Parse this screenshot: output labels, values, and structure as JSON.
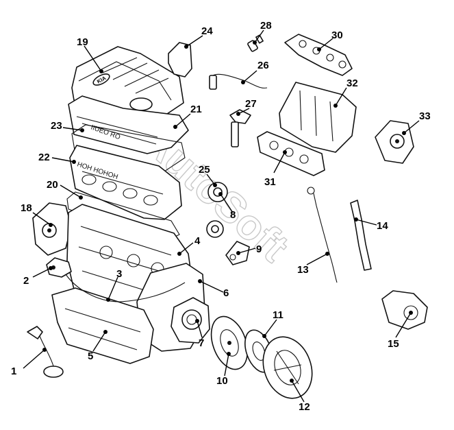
{
  "diagram": {
    "watermark": "AutoSoft",
    "brand_badge": "KIA",
    "callouts": [
      {
        "id": "1",
        "label": "1"
      },
      {
        "id": "2",
        "label": "2"
      },
      {
        "id": "3",
        "label": "3"
      },
      {
        "id": "4",
        "label": "4"
      },
      {
        "id": "5",
        "label": "5"
      },
      {
        "id": "6",
        "label": "6"
      },
      {
        "id": "7",
        "label": "7"
      },
      {
        "id": "8",
        "label": "8"
      },
      {
        "id": "9",
        "label": "9"
      },
      {
        "id": "10",
        "label": "10"
      },
      {
        "id": "11",
        "label": "11"
      },
      {
        "id": "12",
        "label": "12"
      },
      {
        "id": "13",
        "label": "13"
      },
      {
        "id": "14",
        "label": "14"
      },
      {
        "id": "15",
        "label": "15"
      },
      {
        "id": "18",
        "label": "18"
      },
      {
        "id": "19",
        "label": "19"
      },
      {
        "id": "20",
        "label": "20"
      },
      {
        "id": "21",
        "label": "21"
      },
      {
        "id": "22",
        "label": "22"
      },
      {
        "id": "23",
        "label": "23"
      },
      {
        "id": "24",
        "label": "24"
      },
      {
        "id": "25",
        "label": "25"
      },
      {
        "id": "26",
        "label": "26"
      },
      {
        "id": "27",
        "label": "27"
      },
      {
        "id": "28",
        "label": "28"
      },
      {
        "id": "30",
        "label": "30"
      },
      {
        "id": "31",
        "label": "31"
      },
      {
        "id": "32",
        "label": "32"
      },
      {
        "id": "33",
        "label": "33"
      }
    ],
    "colors": {
      "line": "#111111",
      "background": "#ffffff",
      "watermark": "#c8c8c8"
    }
  }
}
